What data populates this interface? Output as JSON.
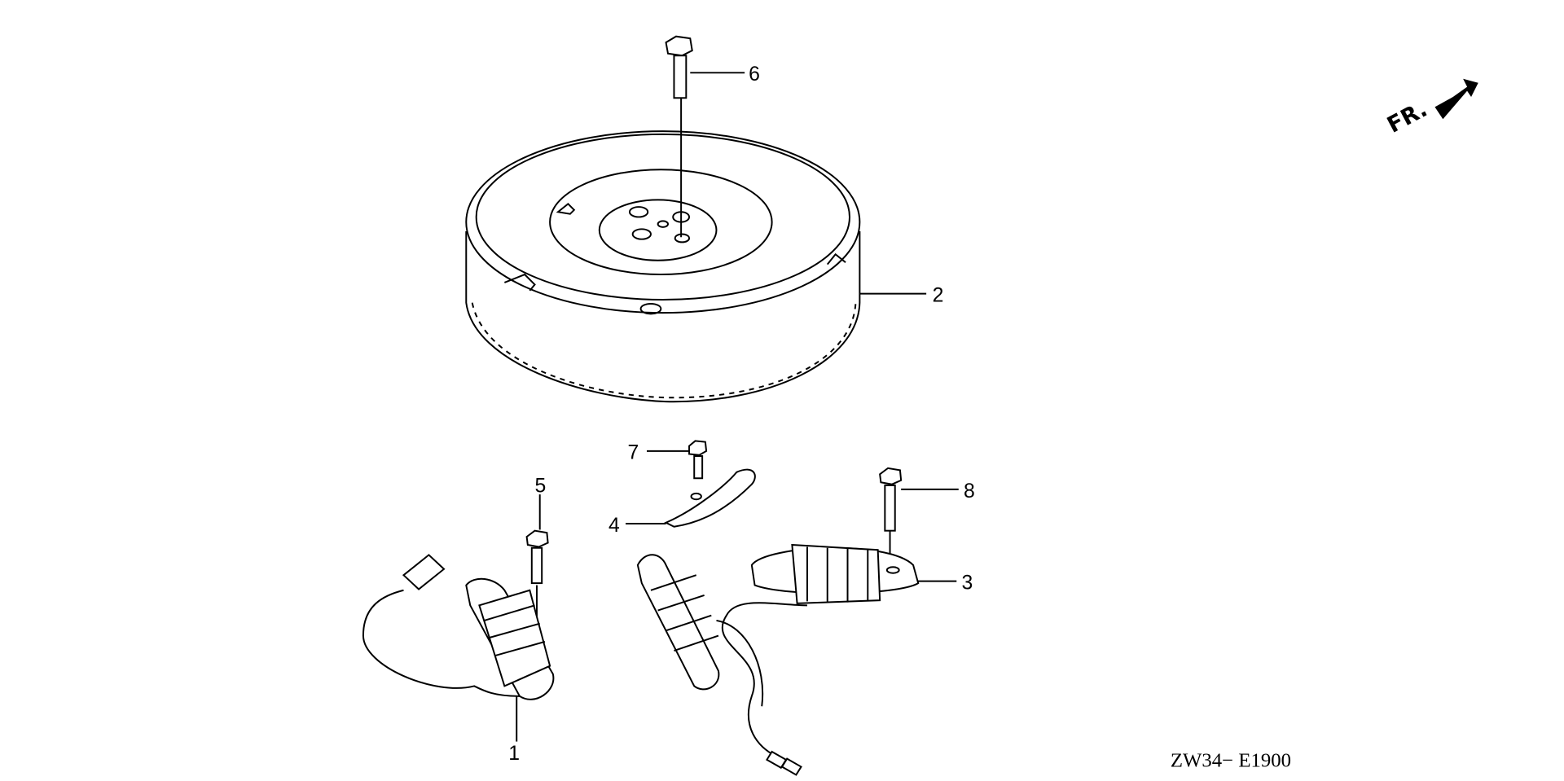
{
  "diagram": {
    "code": "ZW34− E1900",
    "direction_indicator": "FR.",
    "callouts": [
      {
        "number": "1",
        "part": "charge-coil"
      },
      {
        "number": "2",
        "part": "flywheel"
      },
      {
        "number": "3",
        "part": "generator-coil"
      },
      {
        "number": "4",
        "part": "clamp"
      },
      {
        "number": "5",
        "part": "bolt"
      },
      {
        "number": "6",
        "part": "flywheel-bolt"
      },
      {
        "number": "7",
        "part": "bolt"
      },
      {
        "number": "8",
        "part": "bolt"
      }
    ]
  }
}
